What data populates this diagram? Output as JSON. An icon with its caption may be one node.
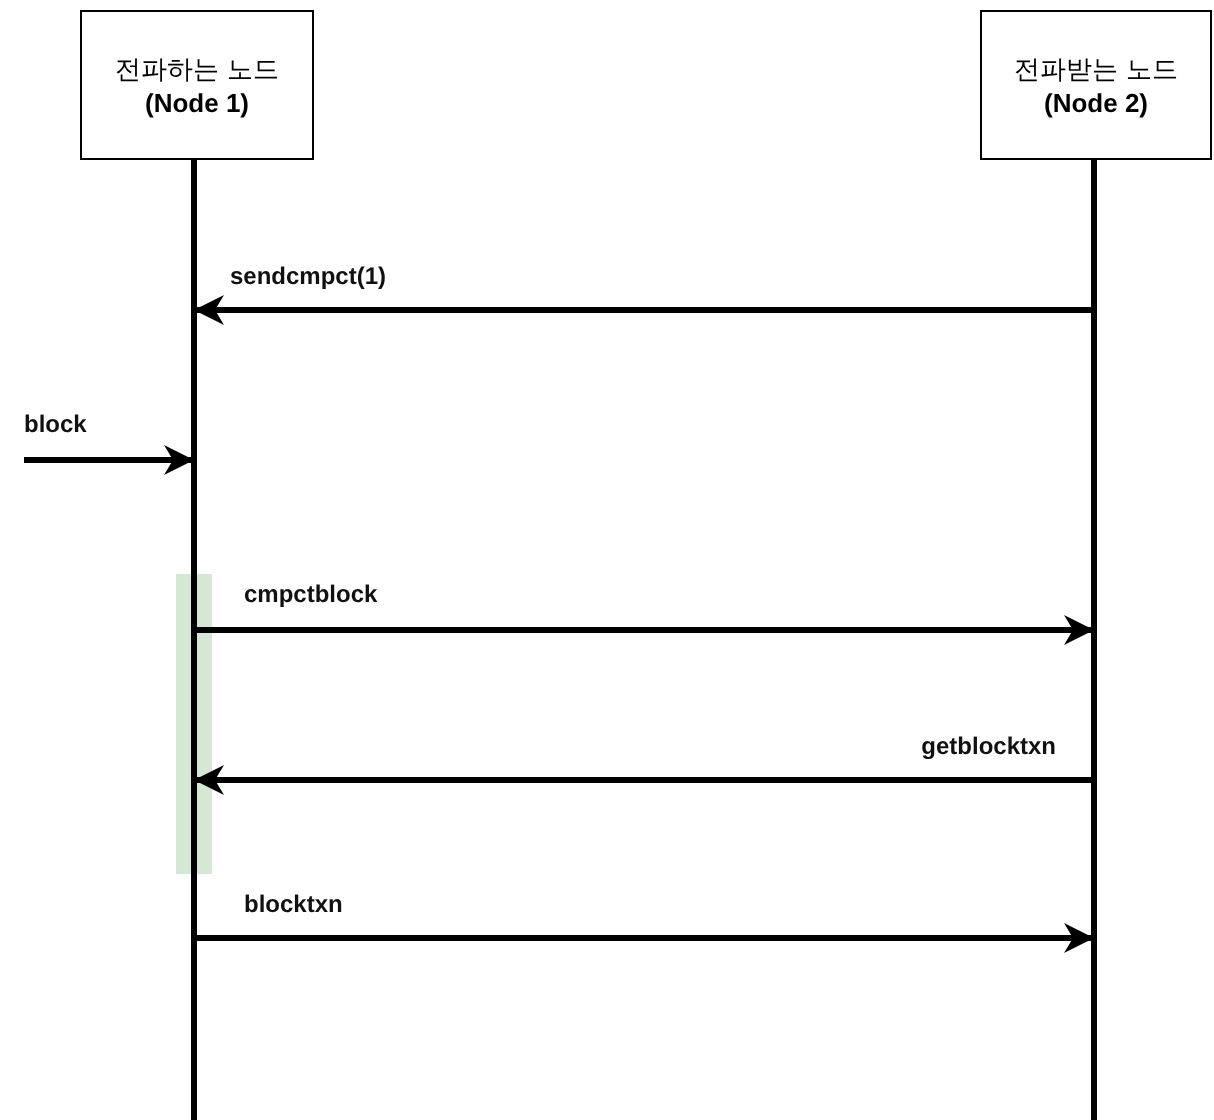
{
  "diagram": {
    "nodes": [
      {
        "text": [
          "전파하는 노드",
          "(Node 1)"
        ]
      },
      {
        "text": [
          "전파받는 노드",
          "(Node 2)"
        ]
      }
    ],
    "edges": [
      {
        "from": 1,
        "to": 0,
        "arrow": "to",
        "label": "sendcmpct(1)"
      },
      {
        "from": null,
        "to": 0,
        "arrow": "to",
        "label": "block"
      },
      {
        "from": 0,
        "to": 1,
        "arrow": "to",
        "label": "cmpctblock"
      },
      {
        "from": 1,
        "to": 0,
        "arrow": "to",
        "label": "getblocktxn"
      },
      {
        "from": 0,
        "to": 1,
        "arrow": "to",
        "label": "blocktxn"
      }
    ]
  }
}
